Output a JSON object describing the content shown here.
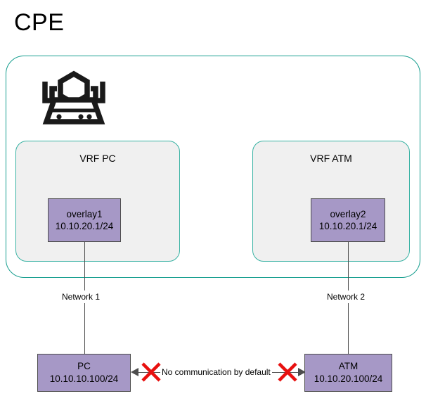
{
  "diagram": {
    "title": "CPE",
    "cpe_container": {
      "name": "CPE",
      "border_color": "#179e8f"
    },
    "router": {
      "icon": "router-icon",
      "color": "#1a1a1a"
    },
    "vrfs": [
      {
        "label": "VRF PC",
        "border_color": "#38b2a3",
        "fill_color": "#f0f0f0",
        "interface": {
          "name": "overlay1",
          "address": "10.10.20.1/24",
          "fill_color": "#a698c6",
          "border_color": "#4d4d4d"
        }
      },
      {
        "label": "VRF ATM",
        "border_color": "#38b2a3",
        "fill_color": "#f0f0f0",
        "interface": {
          "name": "overlay2",
          "address": "10.10.20.1/24",
          "fill_color": "#a698c6",
          "border_color": "#4d4d4d"
        }
      }
    ],
    "networks": [
      {
        "label": "Network 1"
      },
      {
        "label": "Network 2"
      }
    ],
    "devices": [
      {
        "name": "PC",
        "address": "10.10.10.100/24",
        "fill_color": "#a698c6",
        "border_color": "#4d4d4d"
      },
      {
        "name": "ATM",
        "address": "10.10.20.100/24",
        "fill_color": "#a698c6",
        "border_color": "#4d4d4d"
      }
    ],
    "connection": {
      "label": "No communication by default",
      "blocked": true,
      "block_marker_color": "#e8100f",
      "line_color": "#4d4d4d"
    }
  }
}
